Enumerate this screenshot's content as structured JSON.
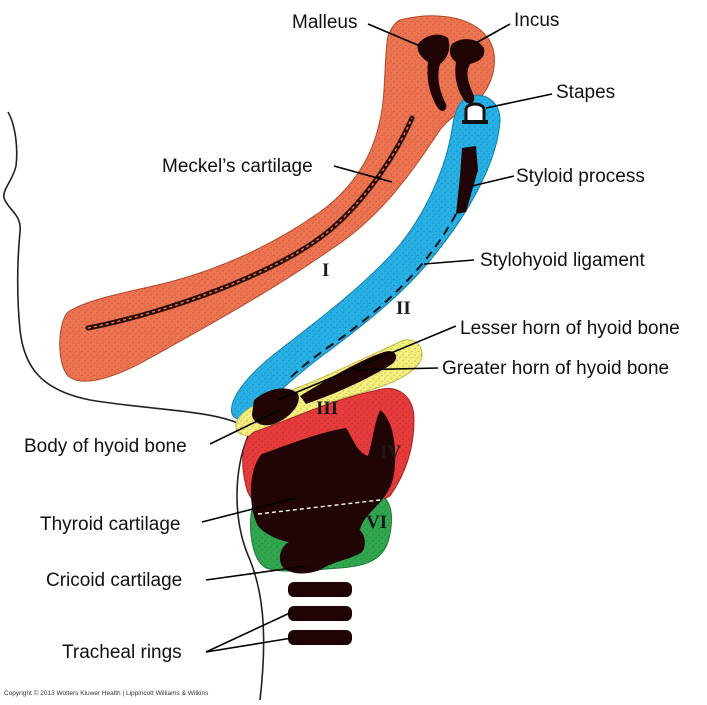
{
  "labels": {
    "malleus": "Malleus",
    "incus": "Incus",
    "stapes": "Stapes",
    "meckels_cartilage": "Meckel’s cartilage",
    "styloid_process": "Styloid process",
    "stylohyoid_ligament": "Stylohyoid ligament",
    "lesser_horn": "Lesser horn of hyoid bone",
    "greater_horn": "Greater horn of hyoid bone",
    "body_hyoid": "Body of hyoid bone",
    "thyroid_cartilage": "Thyroid cartilage",
    "cricoid_cartilage": "Cricoid cartilage",
    "tracheal_rings": "Tracheal rings"
  },
  "arches": {
    "first": "I",
    "second": "II",
    "third": "III",
    "fourth": "IV",
    "sixth": "VI"
  },
  "copyright": "Copyright © 2013 Wolters Kluwer Health | Lippincott Williams & Wilkins",
  "colors": {
    "arch_1": "#ee7451",
    "arch_2": "#27b1e6",
    "arch_3": "#f5ef7e",
    "arch_4": "#e83c3c",
    "arch_6": "#31a74f",
    "bone": "#200406",
    "outline": "#000000"
  }
}
